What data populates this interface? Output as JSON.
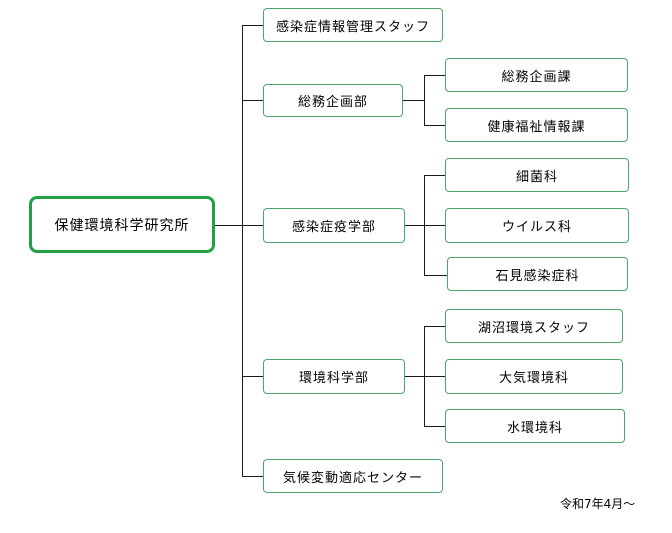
{
  "organization": {
    "root": "保健環境科学研究所",
    "branches": [
      {
        "label": "感染症情報管理スタッフ",
        "children": []
      },
      {
        "label": "総務企画部",
        "children": [
          "総務企画課",
          "健康福祉情報課"
        ]
      },
      {
        "label": "感染症疫学部",
        "children": [
          "細菌科",
          "ウイルス科",
          "石見感染症科"
        ]
      },
      {
        "label": "環境科学部",
        "children": [
          "湖沼環境スタッフ",
          "大気環境科",
          "水環境科"
        ]
      },
      {
        "label": "気候変動適応センター",
        "children": []
      }
    ]
  },
  "footer": {
    "date": "令和7年4月～"
  }
}
